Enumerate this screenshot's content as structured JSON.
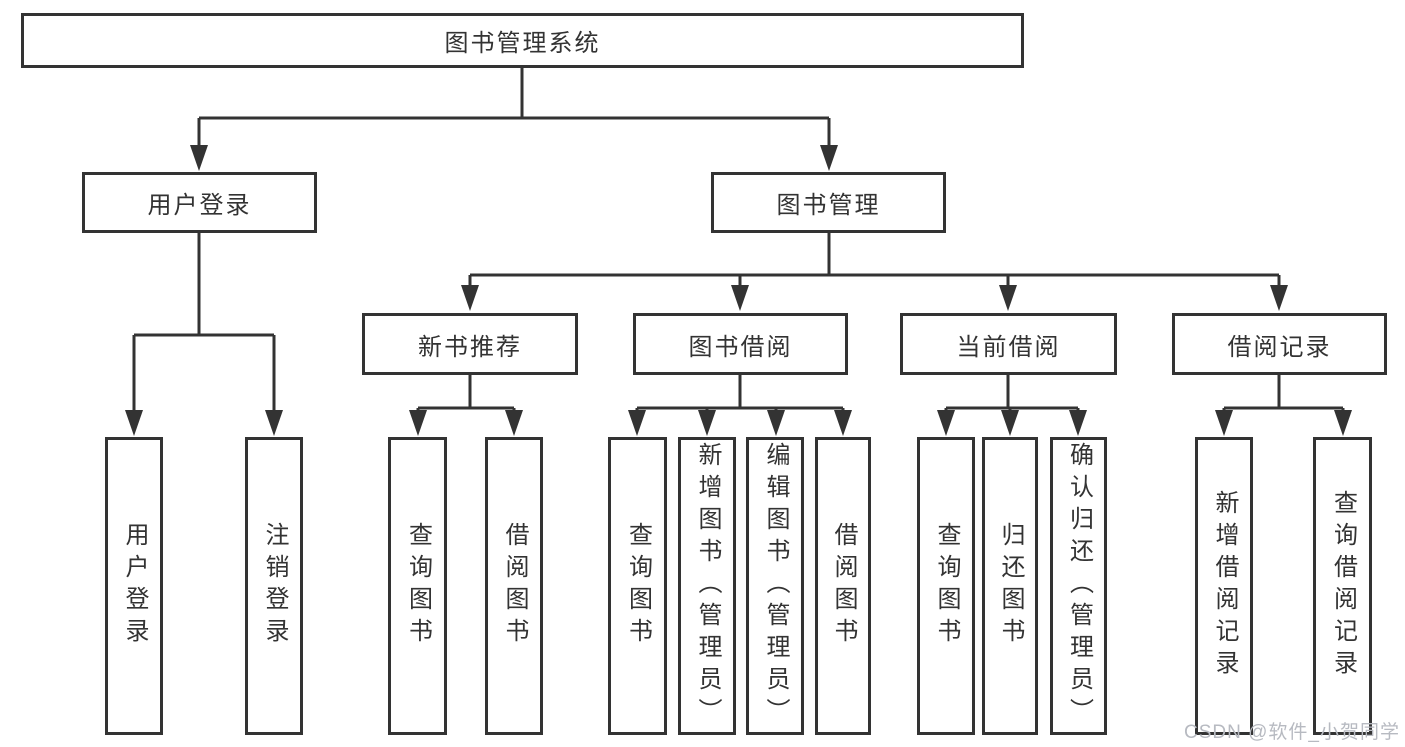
{
  "tree": {
    "root": {
      "label": "图书管理系统",
      "children": [
        {
          "label": "用户登录",
          "children": [
            {
              "label": "用户登录"
            },
            {
              "label": "注销登录"
            }
          ]
        },
        {
          "label": "图书管理",
          "children": [
            {
              "label": "新书推荐",
              "children": [
                {
                  "label": "查询图书"
                },
                {
                  "label": "借阅图书"
                }
              ]
            },
            {
              "label": "图书借阅",
              "children": [
                {
                  "label": "查询图书"
                },
                {
                  "label": "新增图书（管理员）"
                },
                {
                  "label": "编辑图书（管理员）"
                },
                {
                  "label": "借阅图书"
                }
              ]
            },
            {
              "label": "当前借阅",
              "children": [
                {
                  "label": "查询图书"
                },
                {
                  "label": "归还图书"
                },
                {
                  "label": "确认归还（管理员）"
                }
              ]
            },
            {
              "label": "借阅记录",
              "children": [
                {
                  "label": "新增借阅记录"
                },
                {
                  "label": "查询借阅记录"
                }
              ]
            }
          ]
        }
      ]
    }
  },
  "watermark": "CSDN @软件_小贺同学",
  "colors": {
    "line": "#333333",
    "box_background": "#ffffff",
    "watermark": "#b7bac1"
  }
}
